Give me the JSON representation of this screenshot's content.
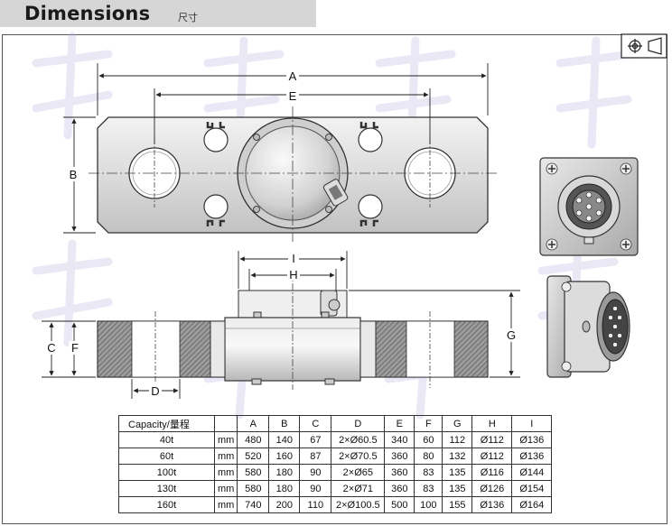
{
  "header": {
    "title": "Dimensions",
    "subtitle": "尺寸"
  },
  "dimension_labels": {
    "a": "A",
    "b": "B",
    "c": "C",
    "d": "D",
    "e": "E",
    "f": "F",
    "g": "G",
    "h": "H",
    "i": "I"
  },
  "icons": [
    "projection-symbol-icon",
    "connector-front-icon",
    "connector-side-icon"
  ],
  "colors": {
    "header_bg": "#d6d6d6",
    "metal_light": "#e4e4e4",
    "metal_dark": "#9a9a9a",
    "hatch": "#6e6e6e",
    "line": "#222222",
    "watermark": "#c8c0e6"
  },
  "table": {
    "columns": [
      "Capacity/量程",
      "",
      "A",
      "B",
      "C",
      "D",
      "E",
      "F",
      "G",
      "H",
      "I"
    ],
    "rows": [
      [
        "40t",
        "mm",
        "480",
        "140",
        "67",
        "2×Ø60.5",
        "340",
        "60",
        "112",
        "Ø112",
        "Ø136"
      ],
      [
        "60t",
        "mm",
        "520",
        "160",
        "87",
        "2×Ø70.5",
        "360",
        "80",
        "132",
        "Ø112",
        "Ø136"
      ],
      [
        "100t",
        "mm",
        "580",
        "180",
        "90",
        "2×Ø65",
        "360",
        "83",
        "135",
        "Ø116",
        "Ø144"
      ],
      [
        "130t",
        "mm",
        "580",
        "180",
        "90",
        "2×Ø71",
        "360",
        "83",
        "135",
        "Ø126",
        "Ø154"
      ],
      [
        "160t",
        "mm",
        "740",
        "200",
        "110",
        "2×Ø100.5",
        "500",
        "100",
        "155",
        "Ø136",
        "Ø164"
      ]
    ]
  }
}
